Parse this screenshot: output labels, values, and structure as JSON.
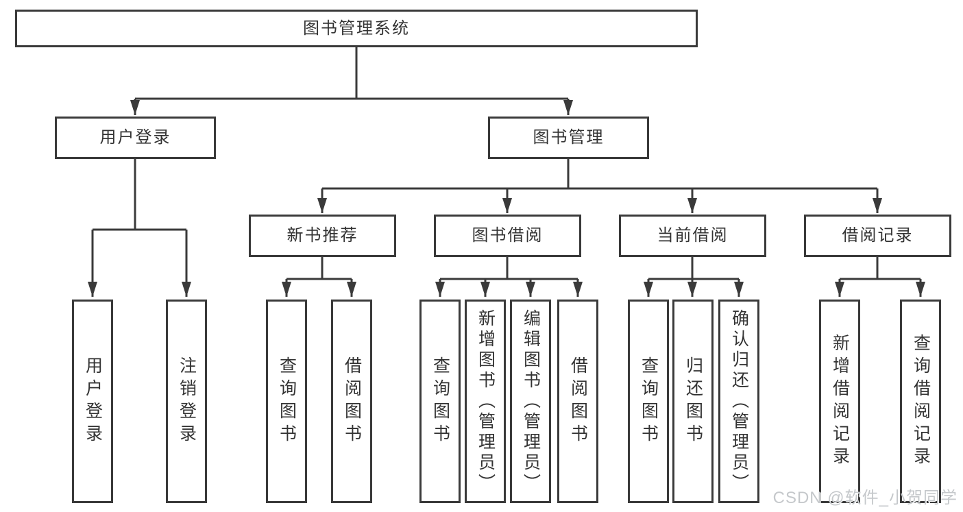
{
  "tree": {
    "label": "图书管理系统",
    "children": [
      {
        "label": "用户登录",
        "children": [
          {
            "label": "用户登录"
          },
          {
            "label": "注销登录"
          }
        ]
      },
      {
        "label": "图书管理",
        "children": [
          {
            "label": "新书推荐",
            "children": [
              {
                "label": "查询图书"
              },
              {
                "label": "借阅图书"
              }
            ]
          },
          {
            "label": "图书借阅",
            "children": [
              {
                "label": "查询图书"
              },
              {
                "label": "新增图书（管理员）"
              },
              {
                "label": "编辑图书（管理员）"
              },
              {
                "label": "借阅图书"
              }
            ]
          },
          {
            "label": "当前借阅",
            "children": [
              {
                "label": "查询图书"
              },
              {
                "label": "归还图书"
              },
              {
                "label": "确认归还（管理员）"
              }
            ]
          },
          {
            "label": "借阅记录",
            "children": [
              {
                "label": "新增借阅记录"
              },
              {
                "label": "查询借阅记录"
              }
            ]
          }
        ]
      }
    ]
  },
  "watermark": "CSDN @软件_小贺同学",
  "colors": {
    "line": "#3a3a3a",
    "text": "#333333",
    "watermark": "#c5c8cb",
    "background": "#ffffff"
  }
}
